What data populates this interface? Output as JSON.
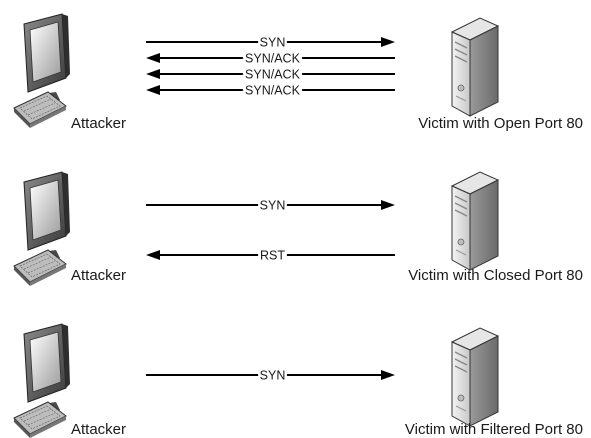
{
  "scenarios": [
    {
      "attacker_label": "Attacker",
      "victim_label": "Victim with Open Port 80",
      "arrows": [
        {
          "label": "SYN",
          "direction": "right"
        },
        {
          "label": "SYN/ACK",
          "direction": "left"
        },
        {
          "label": "SYN/ACK",
          "direction": "left"
        },
        {
          "label": "SYN/ACK",
          "direction": "left"
        }
      ]
    },
    {
      "attacker_label": "Attacker",
      "victim_label": "Victim with Closed Port 80",
      "arrows": [
        {
          "label": "SYN",
          "direction": "right"
        },
        {
          "label": "RST",
          "direction": "left"
        }
      ]
    },
    {
      "attacker_label": "Attacker",
      "victim_label": "Victim with Filtered Port 80",
      "arrows": [
        {
          "label": "SYN",
          "direction": "right"
        }
      ]
    }
  ]
}
